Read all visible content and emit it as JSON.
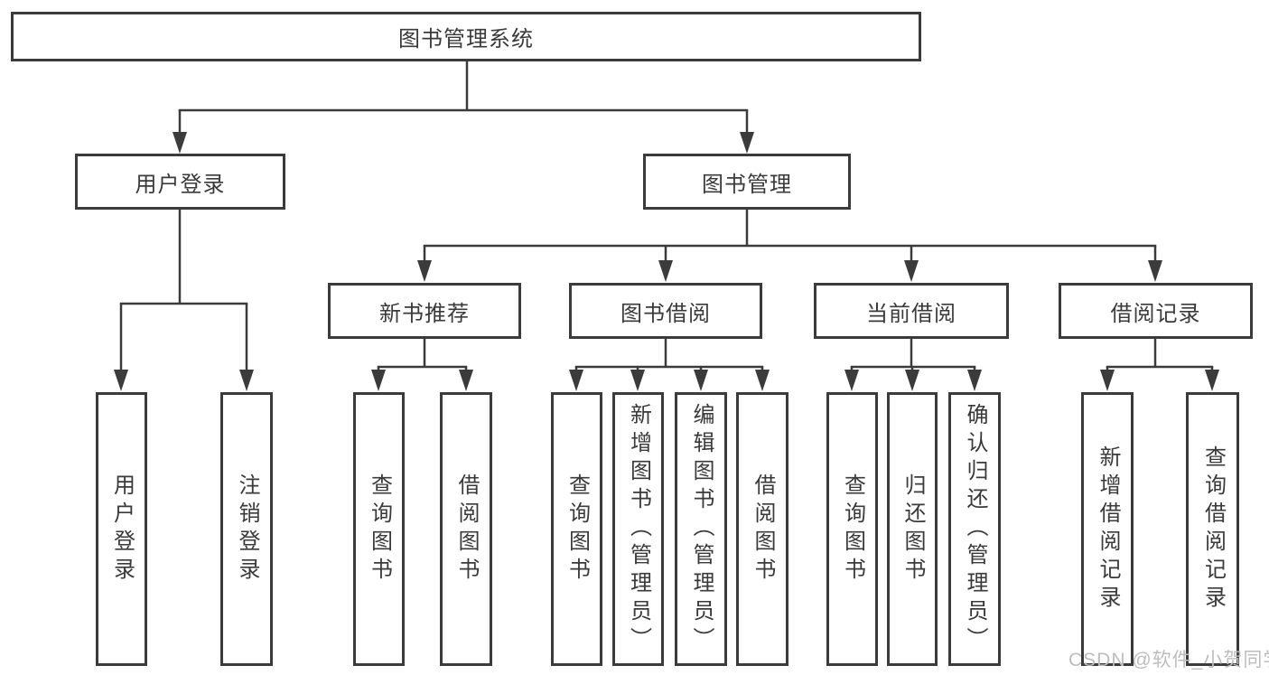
{
  "watermark": "CSDN @软件_小贺同学",
  "colors": {
    "line": "#3b3b3b",
    "border": "#3b3b3b",
    "text": "#3a3a3a",
    "watermark": "#bdbdbd",
    "background": "#ffffff"
  },
  "tree": {
    "root": {
      "label": "图书管理系统"
    },
    "level2": {
      "user_login": {
        "label": "用户登录"
      },
      "book_management": {
        "label": "图书管理"
      }
    },
    "level3": {
      "new_book_recommend": {
        "label": "新书推荐"
      },
      "book_borrowing": {
        "label": "图书借阅"
      },
      "current_borrowing": {
        "label": "当前借阅"
      },
      "borrowing_records": {
        "label": "借阅记录"
      }
    },
    "leaves": {
      "user_login": {
        "label": "用户登录"
      },
      "logout": {
        "label": "注销登录"
      },
      "recommend_query_books": {
        "label": "查询图书"
      },
      "recommend_borrow_books": {
        "label": "借阅图书"
      },
      "borrowing_query_books": {
        "label": "查询图书"
      },
      "borrowing_add_books": {
        "label": "新增图书（管理员）"
      },
      "borrowing_edit_books": {
        "label": "编辑图书（管理员）"
      },
      "borrowing_borrow_books": {
        "label": "借阅图书"
      },
      "current_query_books": {
        "label": "查询图书"
      },
      "current_return_books": {
        "label": "归还图书"
      },
      "current_confirm_return": {
        "label": "确认归还（管理员）"
      },
      "records_add_record": {
        "label": "新增借阅记录"
      },
      "records_query_record": {
        "label": "查询借阅记录"
      }
    }
  }
}
